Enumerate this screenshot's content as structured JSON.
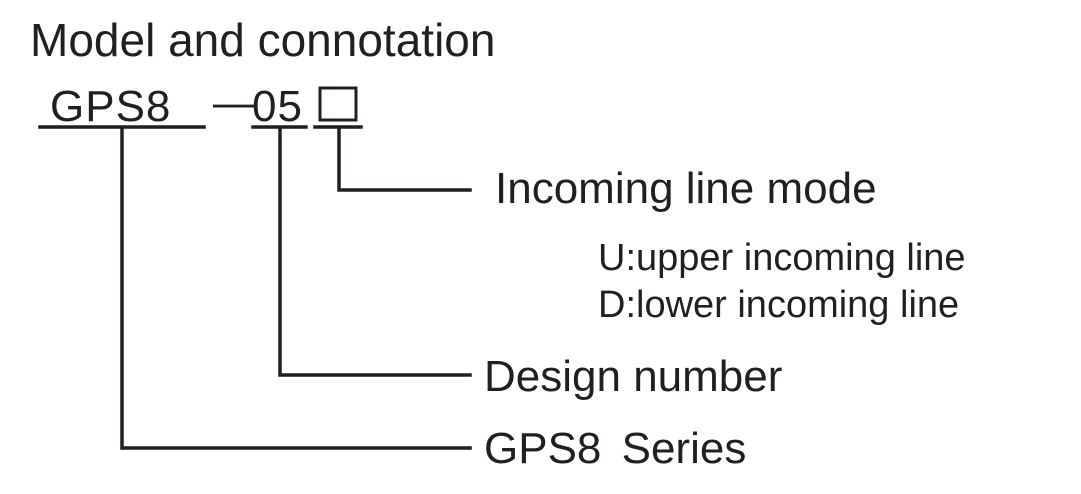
{
  "title": "Model and connotation",
  "model_code": {
    "series": "GPS8",
    "dash": "—",
    "design": "05"
  },
  "fields": {
    "incoming_line_mode": {
      "label": "Incoming line mode",
      "options": [
        "U:upper incoming line",
        "D:lower incoming line"
      ]
    },
    "design_number": {
      "label": "Design number"
    },
    "series": {
      "label": "GPS8  Series"
    }
  },
  "colors": {
    "ink": "#231f20",
    "background": "#ffffff"
  }
}
